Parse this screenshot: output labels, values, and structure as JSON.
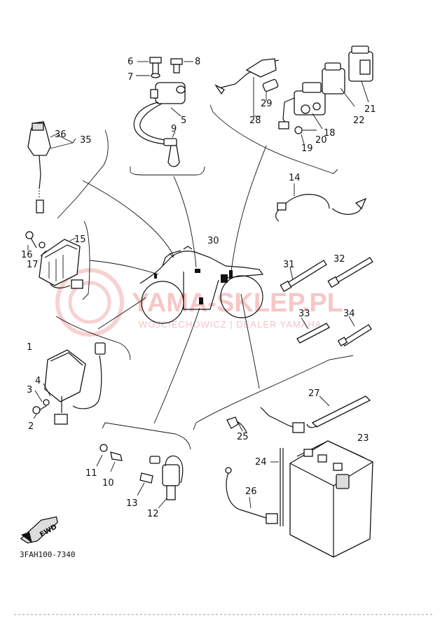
{
  "part_labels": {
    "p1": "1",
    "p2": "2",
    "p3": "3",
    "p4": "4",
    "p5": "5",
    "p6": "6",
    "p7": "7",
    "p8": "8",
    "p9": "9",
    "p10": "10",
    "p11": "11",
    "p12": "12",
    "p13": "13",
    "p14": "14",
    "p15": "15",
    "p16": "16",
    "p17": "17",
    "p18": "18",
    "p19": "19",
    "p20": "20",
    "p21": "21",
    "p22": "22",
    "p23": "23",
    "p24": "24",
    "p25": "25",
    "p26": "26",
    "p27": "27",
    "p28": "28",
    "p29": "29",
    "p30": "30",
    "p31": "31",
    "p32": "32",
    "p33": "33",
    "p34": "34",
    "p35": "35",
    "p36": "36"
  },
  "direction_badge": "FWD",
  "diagram_code": "3FAH100-7340",
  "watermark": {
    "title": "YAMA-SKLEP.PL",
    "subtitle": "WOJCIECHOWICZ | DEALER YAMAHA"
  },
  "colors": {
    "line": "#111111",
    "watermark": "#ef9a9a",
    "background": "#ffffff"
  }
}
